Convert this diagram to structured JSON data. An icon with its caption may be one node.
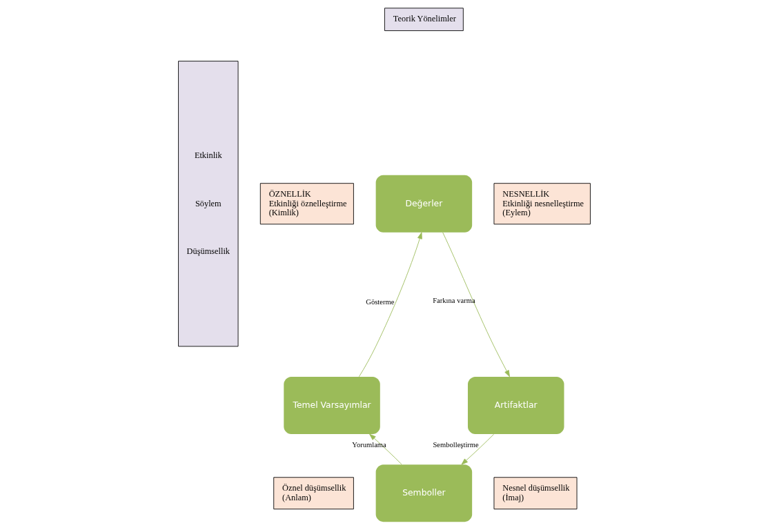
{
  "diagram": {
    "nodes": [
      {
        "text": [
          "Teorik Yönelimler"
        ]
      },
      {
        "text": [
          "Etkinlik",
          "Söylem",
          "Düşümsellik"
        ]
      },
      {
        "text": [
          "ÖZNELLİK",
          "Etkinliği öznelleştirme",
          "(Kimlik)"
        ]
      },
      {
        "text": [
          "Değerler"
        ]
      },
      {
        "text": [
          "NESNELLİK",
          "Etkinliği nesnelleştirme",
          "(Eylem)"
        ]
      },
      {
        "text": [
          "Temel Varsayımlar"
        ]
      },
      {
        "text": [
          "Artifaktlar"
        ]
      },
      {
        "text": [
          "Öznel düşümsellik",
          "(Anlam)"
        ]
      },
      {
        "text": [
          "Nesnel düşümsellik",
          "(İmaj)"
        ]
      },
      {
        "text": [
          "Semboller"
        ]
      }
    ],
    "edges": [
      {
        "from": 5,
        "to": 3,
        "arrow": "to",
        "label": "Gösterme"
      },
      {
        "from": 3,
        "to": 6,
        "arrow": "to",
        "label": "Farkına varma"
      },
      {
        "from": 6,
        "to": 9,
        "arrow": "to",
        "label": "Sembolleştirme"
      },
      {
        "from": 9,
        "to": 5,
        "arrow": "to",
        "label": "Yorumlama"
      }
    ]
  }
}
